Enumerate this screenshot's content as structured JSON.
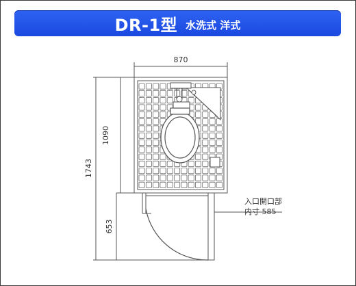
{
  "banner": {
    "model": "DR-1型",
    "type": "水洗式 洋式",
    "color": "#1f4fe6"
  },
  "dimensions": {
    "width": "870",
    "room_depth": "1090",
    "total_depth": "1743",
    "door_depth": "653"
  },
  "annotation": {
    "line1": "入口開口部",
    "line2": "内寸 585"
  }
}
